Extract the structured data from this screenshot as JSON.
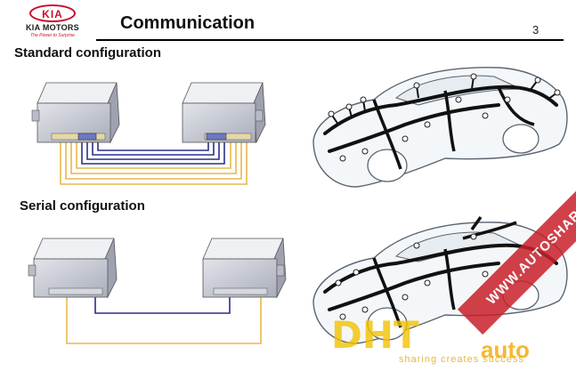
{
  "header": {
    "logo_text": "KIA",
    "logo_name": "KIA MOTORS",
    "logo_tagline": "The Power to Surprise",
    "title": "Communication",
    "page_number": "3"
  },
  "sections": {
    "standard_heading": "Standard configuration",
    "serial_heading": "Serial configuration"
  },
  "watermark": {
    "band_text": "WWW.AUTOSHARE.ASIA",
    "logo_text": "DHT",
    "auto_text": "auto",
    "tagline": "sharing creates success"
  },
  "colors": {
    "wire_yellow": "#e8b84a",
    "wire_blue": "#2a2f86",
    "ecu_fill": "#c9ccd6",
    "harness": "#111111",
    "accent": "#c8102e"
  }
}
